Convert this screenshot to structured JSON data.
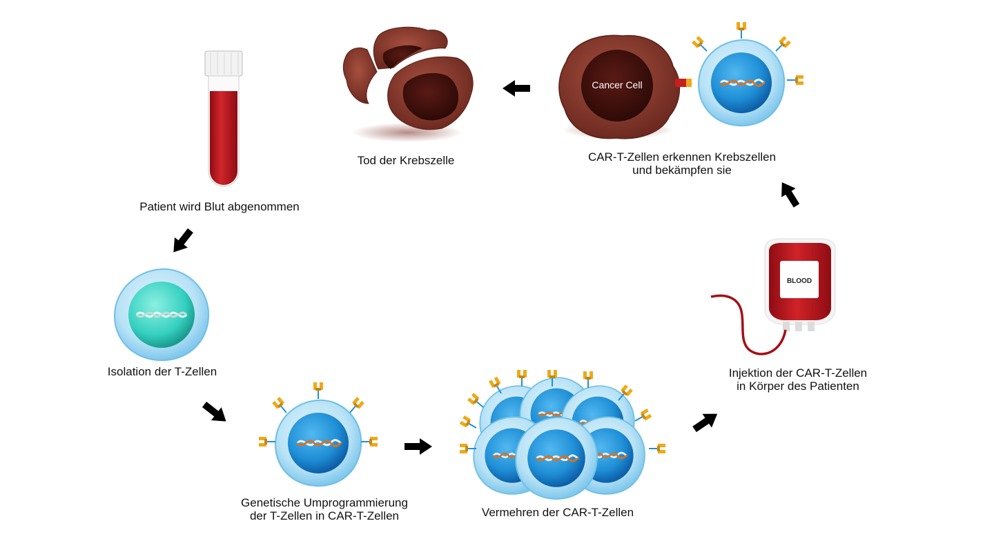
{
  "steps": {
    "blood_draw": "Patient wird Blut abgenommen",
    "isolation": "Isolation der T-Zellen",
    "reprogramming_line1": "Genetische Umprogrammierung",
    "reprogramming_line2": "der T-Zellen in CAR-T-Zellen",
    "expansion": "Vermehren der CAR-T-Zellen",
    "injection_line1": "Injektion der CAR-T-Zellen",
    "injection_line2": "in Körper des Patienten",
    "recognition_line1": "CAR-T-Zellen erkennen Krebszellen",
    "recognition_line2": "und bekämpfen sie",
    "cell_death": "Tod der Krebszelle"
  },
  "labels": {
    "cancer_cell": "Cancer Cell",
    "blood_bag": "BLOOD"
  },
  "colors": {
    "blood": "#b3131b",
    "cancer_cell": "#7a2e24",
    "t_cell_membrane": "#a9dcf4",
    "t_cell_nucleus": "#1f8fd6",
    "isolated_nucleus": "#35d0c0",
    "receptor": "#f0a818",
    "arrow": "#000000"
  }
}
